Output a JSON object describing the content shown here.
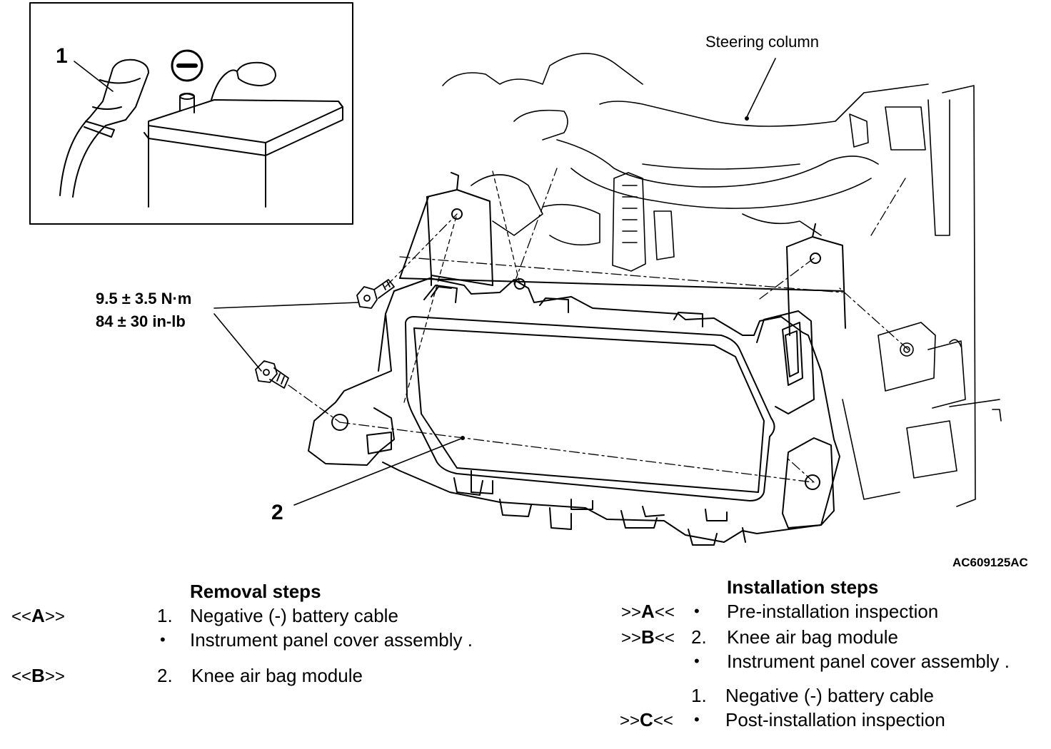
{
  "labels": {
    "callout_1": "1",
    "callout_2": "2",
    "minus_symbol": "−",
    "steering_column": "Steering column",
    "torque_metric": "9.5 ± 3.5 N·m",
    "torque_imperial": "84 ± 30 in-lb",
    "figure_code": "AC609125AC"
  },
  "removal": {
    "title": "Removal steps",
    "steps": [
      {
        "mark_left": "<<",
        "mark_letter": "A",
        "mark_right": ">>",
        "num": "1.",
        "text": "Negative (-) battery cable"
      },
      {
        "mark_left": "",
        "mark_letter": "",
        "mark_right": "",
        "num": "•",
        "text": "Instrument panel cover assembly ."
      },
      {
        "mark_left": "<<",
        "mark_letter": "B",
        "mark_right": ">>",
        "num": "2.",
        "text": "Knee air bag module"
      }
    ]
  },
  "installation": {
    "title": "Installation steps",
    "steps": [
      {
        "mark_left": ">>",
        "mark_letter": "A",
        "mark_right": "<<",
        "num": "•",
        "text": "Pre-installation inspection"
      },
      {
        "mark_left": ">>",
        "mark_letter": "B",
        "mark_right": "<<",
        "num": "2.",
        "text": "Knee air bag module"
      },
      {
        "mark_left": "",
        "mark_letter": "",
        "mark_right": "",
        "num": "•",
        "text": "Instrument panel cover assembly ."
      },
      {
        "mark_left": "",
        "mark_letter": "",
        "mark_right": "",
        "num": "1.",
        "text": "Negative (-) battery cable"
      },
      {
        "mark_left": ">>",
        "mark_letter": "C",
        "mark_right": "<<",
        "num": "•",
        "text": "Post-installation inspection"
      }
    ]
  }
}
